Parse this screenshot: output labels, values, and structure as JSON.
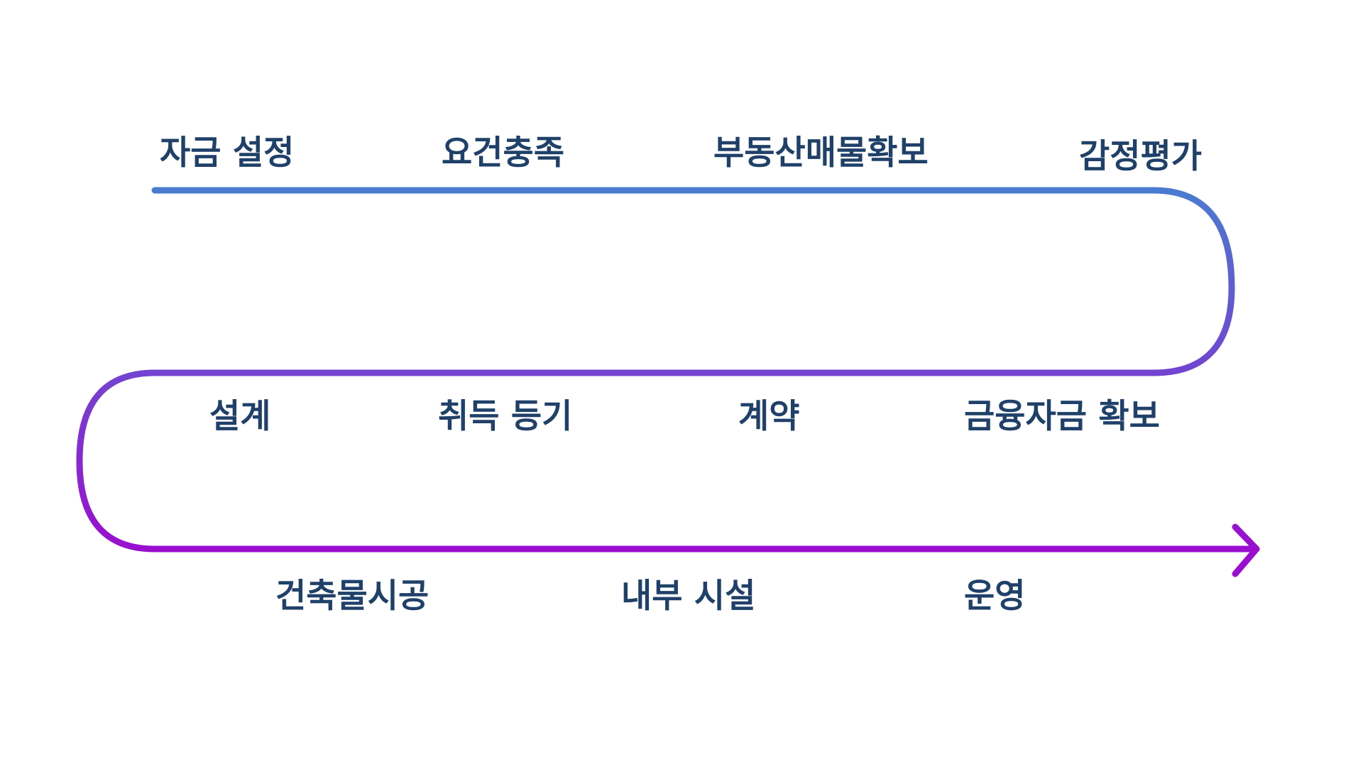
{
  "diagram": {
    "path_gradient": {
      "start_color": "#4a7bd0",
      "end_color": "#9a0fcf"
    },
    "label_color": "#1f4068",
    "steps": [
      {
        "id": "step-1",
        "label": "자금 설정"
      },
      {
        "id": "step-2",
        "label": "요건충족"
      },
      {
        "id": "step-3",
        "label": "부동산매물확보"
      },
      {
        "id": "step-4",
        "label": "감정평가"
      },
      {
        "id": "step-5",
        "label": "설계"
      },
      {
        "id": "step-6",
        "label": "취득 등기"
      },
      {
        "id": "step-7",
        "label": "계약"
      },
      {
        "id": "step-8",
        "label": "금융자금 확보"
      },
      {
        "id": "step-9",
        "label": "건축물시공"
      },
      {
        "id": "step-10",
        "label": "내부 시설"
      },
      {
        "id": "step-11",
        "label": "운영"
      }
    ]
  }
}
